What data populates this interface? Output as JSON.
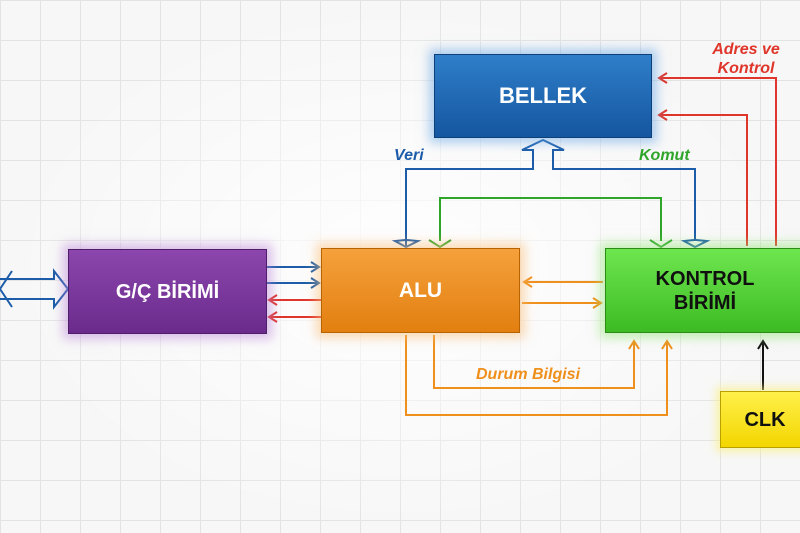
{
  "blocks": {
    "bellek": "BELLEK",
    "gc": "G/Ç BİRİMİ",
    "alu": "ALU",
    "kontrol": "KONTROL\nBİRİMİ",
    "clk": "CLK"
  },
  "labels": {
    "adres_kontrol": "Adres ve\nKontrol",
    "veri": "Veri",
    "komut": "Komut",
    "durum": "Durum Bilgisi"
  },
  "colors": {
    "bellek": "#1f66b3",
    "gc": "#7a3599",
    "alu": "#ee8c22",
    "kontrol": "#4fd133",
    "clk": "#f7e11c",
    "data_bus": "#1c5ca8",
    "command_bus": "#2fa52a",
    "address_control": "#e0352b",
    "status": "#f0901c",
    "clock": "#111111"
  }
}
